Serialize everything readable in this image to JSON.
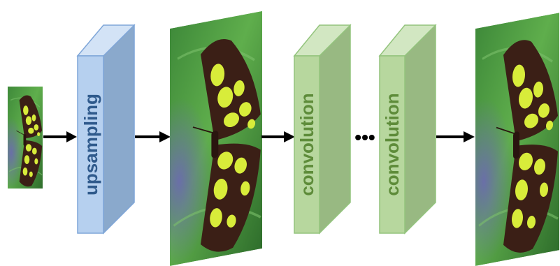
{
  "diagram": {
    "blocks": [
      {
        "label": "upsampling",
        "fill_front": "#b6d0ef",
        "fill_side": "#8aa9cc",
        "fill_top": "#d3e3f6",
        "stroke": "#7fa6d8",
        "text_color": "#2f5a8c"
      },
      {
        "label": "convolution",
        "fill_front": "#b7d79e",
        "fill_side": "#98b982",
        "fill_top": "#d2e7c2",
        "stroke": "#93c47d",
        "text_color": "#5e8c3a"
      },
      {
        "label": "convolution",
        "fill_front": "#b7d79e",
        "fill_side": "#98b982",
        "fill_top": "#d2e7c2",
        "stroke": "#93c47d",
        "text_color": "#5e8c3a"
      }
    ],
    "images": [
      {
        "name": "input-butterfly-image",
        "depicts": "butterfly on green leaf (small, low resolution)"
      },
      {
        "name": "upsampled-butterfly-image",
        "depicts": "butterfly on green leaf (upsampled)"
      },
      {
        "name": "output-butterfly-image",
        "depicts": "butterfly on green leaf (sharpened output)"
      }
    ],
    "ellipsis": "•••",
    "arrow_color": "#000000"
  }
}
